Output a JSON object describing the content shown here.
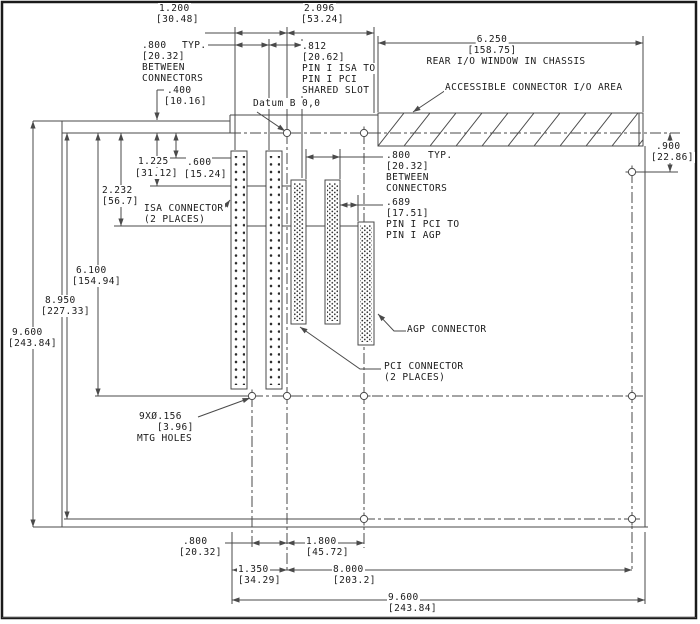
{
  "figure": {
    "dims": {
      "w1200": {
        "in": "1.200",
        "mm": "[30.48]"
      },
      "w2096": {
        "in": "2.096",
        "mm": "[53.24]"
      },
      "typ_top": {
        "in": ".800",
        "typ": "TYP.",
        "mm": "[20.32]",
        "note1": "BETWEEN",
        "note2": "CONNECTORS"
      },
      "h400": {
        "in": ".400",
        "mm": "[10.16]"
      },
      "w812": {
        "in": ".812",
        "mm": "[20.62]",
        "note1": "PIN I ISA TO",
        "note2": "PIN I PCI",
        "note3": "SHARED SLOT"
      },
      "w6250": {
        "in": "6.250",
        "mm": "[158.75]",
        "note": "REAR I/O WINDOW IN CHASSIS"
      },
      "h900": {
        "in": ".900",
        "mm": "[22.86]"
      },
      "typ_mid": {
        "in": ".800",
        "typ": "TYP.",
        "mm": "[20.32]",
        "note1": "BETWEEN",
        "note2": "CONNECTORS"
      },
      "h1225": {
        "in": "1.225",
        "mm": "[31.12]"
      },
      "h600": {
        "in": ".600",
        "mm": "[15.24]"
      },
      "h2232": {
        "in": "2.232",
        "mm": "[56.7]"
      },
      "w689": {
        "in": ".689",
        "mm": "[17.51]",
        "note1": "PIN I PCI TO",
        "note2": "PIN I AGP"
      },
      "h6100": {
        "in": "6.100",
        "mm": "[154.94]"
      },
      "h8950": {
        "in": "8.950",
        "mm": "[227.33]"
      },
      "h9600": {
        "in": "9.600",
        "mm": "[243.84]"
      },
      "w800b": {
        "in": ".800",
        "mm": "[20.32]"
      },
      "w1800": {
        "in": "1.800",
        "mm": "[45.72]"
      },
      "w1350": {
        "in": "1.350",
        "mm": "[34.29]"
      },
      "w8000": {
        "in": "8.000",
        "mm": "[203.2]"
      },
      "w9600": {
        "in": "9.600",
        "mm": "[243.84]"
      }
    },
    "callouts": {
      "datum": "Datum B 0,0",
      "io_area": "ACCESSIBLE CONNECTOR I/O AREA",
      "isa1": "ISA CONNECTOR",
      "isa2": "(2 PLACES)",
      "pci1": "PCI CONNECTOR",
      "pci2": "(2 PLACES)",
      "agp": "AGP CONNECTOR",
      "mtg1": "9XØ.156",
      "mtg2": "[3.96]",
      "mtg3": "MTG HOLES"
    }
  }
}
